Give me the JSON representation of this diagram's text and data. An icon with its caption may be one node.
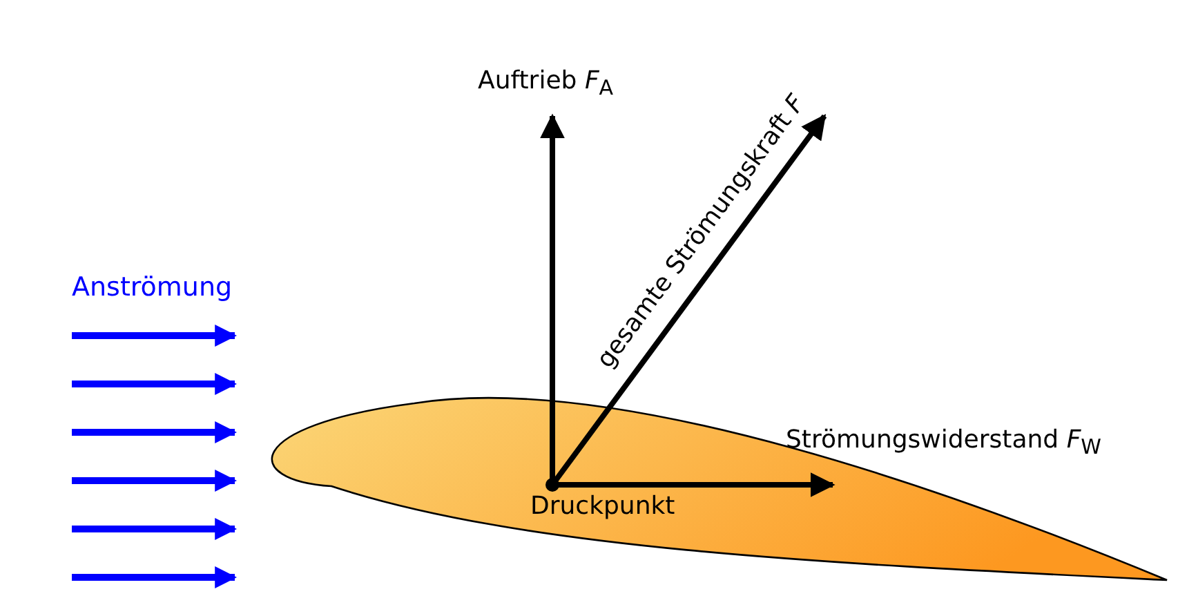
{
  "diagram": {
    "nodes": [
      {
        "text": [
          "Druckpunkt"
        ]
      },
      {
        "text": [
          "Auftrieb *F*$_{A}$"
        ]
      },
      {
        "text": [
          "gesamte Strömungskraft *F*"
        ]
      },
      {
        "text": [
          "Strömungswiderstand *F*$_{W}$"
        ]
      }
    ],
    "edges": [
      {
        "from": 0,
        "to": 1,
        "arrow": "to"
      },
      {
        "from": 0,
        "to": 2,
        "arrow": "to"
      },
      {
        "from": 0,
        "to": 3,
        "arrow": "to"
      }
    ],
    "labels": [
      "Anströmung"
    ]
  }
}
